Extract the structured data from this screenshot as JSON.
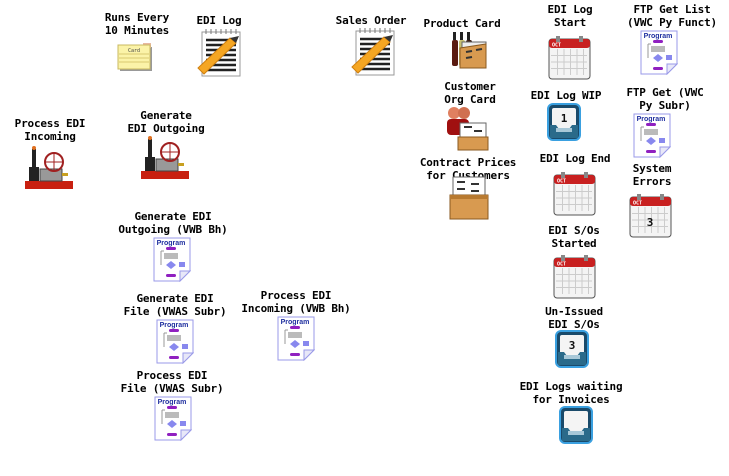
{
  "items": [
    {
      "id": "runs-every-10-minutes",
      "label": "Runs Every\n10 Minutes",
      "icon": "card-icon",
      "card_text": "Card"
    },
    {
      "id": "edi-log",
      "label": "EDI Log",
      "icon": "notepad-icon"
    },
    {
      "id": "sales-order",
      "label": "Sales Order",
      "icon": "notepad-icon"
    },
    {
      "id": "product-card",
      "label": "Product Card",
      "icon": "wine-card-box-icon"
    },
    {
      "id": "customer-org-card",
      "label": "Customer\nOrg Card",
      "icon": "people-card-box-icon"
    },
    {
      "id": "contract-prices",
      "label": "Contract Prices\nfor Customers",
      "icon": "card-box-icon"
    },
    {
      "id": "edi-log-start",
      "label": "EDI Log\nStart",
      "icon": "calendar-icon",
      "month": "OCT"
    },
    {
      "id": "ftp-get-list",
      "label": "FTP Get List\n(VWC Py Funct)",
      "icon": "program-icon",
      "program_text": "Program"
    },
    {
      "id": "edi-log-wip",
      "label": "EDI Log WIP",
      "icon": "inbox-icon",
      "badge": "1"
    },
    {
      "id": "ftp-get",
      "label": "FTP Get (VWC\nPy Subr)",
      "icon": "program-icon",
      "program_text": "Program"
    },
    {
      "id": "edi-log-end",
      "label": "EDI Log End",
      "icon": "calendar-icon",
      "month": "OCT"
    },
    {
      "id": "system-errors",
      "label": "System\nErrors",
      "icon": "calendar-icon",
      "month": "OCT",
      "badge": "3"
    },
    {
      "id": "edi-sos-started",
      "label": "EDI S/Os\nStarted",
      "icon": "calendar-icon",
      "month": "OCT"
    },
    {
      "id": "un-issued-edi-sos",
      "label": "Un-Issued\nEDI S/Os",
      "icon": "inbox-icon",
      "badge": "3"
    },
    {
      "id": "edi-logs-waiting-invoices",
      "label": "EDI Logs waiting\nfor Invoices",
      "icon": "inbox-icon"
    },
    {
      "id": "process-edi-incoming",
      "label": "Process EDI\nIncoming",
      "icon": "steam-engine-icon"
    },
    {
      "id": "generate-edi-outgoing",
      "label": "Generate\nEDI Outgoing",
      "icon": "steam-engine-icon"
    },
    {
      "id": "generate-edi-outgoing-vwb",
      "label": "Generate EDI\nOutgoing (VWB Bh)",
      "icon": "program-icon",
      "program_text": "Program"
    },
    {
      "id": "generate-edi-file-vwas",
      "label": "Generate EDI\nFile (VWAS Subr)",
      "icon": "program-icon",
      "program_text": "Program"
    },
    {
      "id": "process-edi-incoming-vwb",
      "label": "Process EDI\nIncoming (VWB Bh)",
      "icon": "program-icon",
      "program_text": "Program"
    },
    {
      "id": "process-edi-file-vwas",
      "label": "Process EDI\nFile (VWAS Subr)",
      "icon": "program-icon",
      "program_text": "Program"
    }
  ]
}
